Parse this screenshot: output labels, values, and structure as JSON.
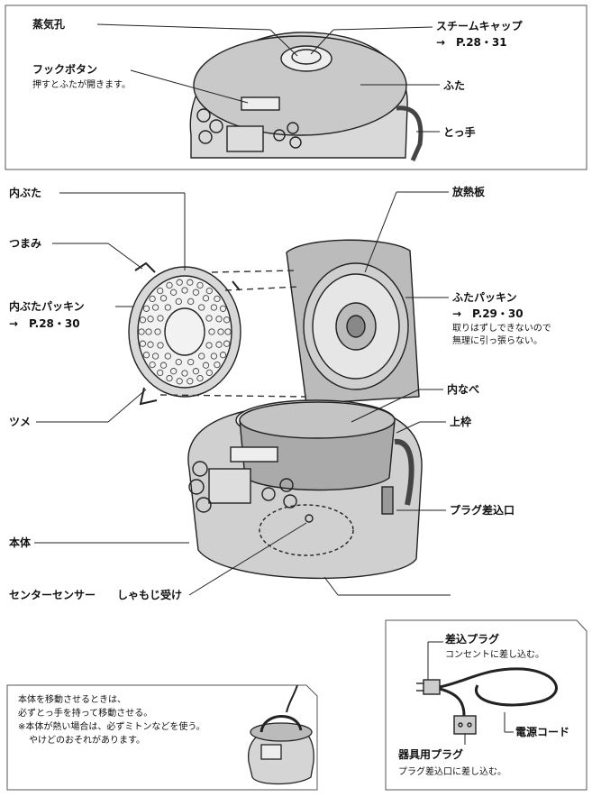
{
  "top": {
    "steam_hole": "蒸気孔",
    "steam_cap": "スチームキャップ",
    "steam_cap_ref": "→　P.28・31",
    "hook_button": "フックボタン",
    "hook_button_desc": "押すとふたが開きます。",
    "lid": "ふた",
    "handle": "とっ手"
  },
  "middle": {
    "inner_lid": "内ぶた",
    "knob": "つまみ",
    "inner_lid_packing": "内ぶたパッキン",
    "inner_lid_packing_ref": "→　P.28・30",
    "claw": "ツメ",
    "heat_plate": "放熱板",
    "lid_packing": "ふたパッキン",
    "lid_packing_ref": "→　P.29・30",
    "lid_packing_note1": "取りはずしできないので",
    "lid_packing_note2": "無理に引っ張らない。",
    "inner_pot": "内なべ",
    "upper_frame": "上枠",
    "plug_inlet": "プラグ差込口",
    "body": "本体",
    "center_sensor": "センターセンサー",
    "paddle_holder": "しゃもじ受け"
  },
  "cord_box": {
    "power_plug": "差込プラグ",
    "power_plug_desc": "コンセントに差し込む。",
    "power_cord": "電源コード",
    "appliance_plug": "器具用プラグ",
    "appliance_plug_desc": "プラグ差込口に差し込む。"
  },
  "move_note": {
    "line1": "本体を移動させるときは、",
    "line2": "必ずとっ手を持って移動させる。",
    "line3": "※本体が熱い場合は、必ずミトンなどを使う。",
    "line4": "やけどのおそれがあります。"
  }
}
